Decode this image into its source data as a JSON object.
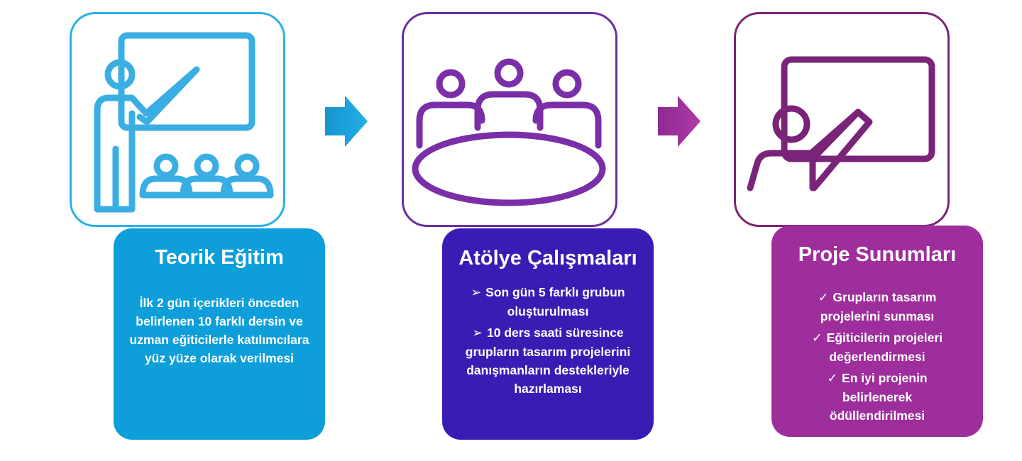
{
  "steps": [
    {
      "title": "Teorik Eğitim",
      "icon": "presenter-classroom-icon",
      "color": "#0e9ed9",
      "border_color": "#29b1e6",
      "body": "İlk 2 gün içerikleri önceden belirlenen 10 farklı dersin ve uzman eğiticilerle katılımcılara yüz yüze olarak verilmesi"
    },
    {
      "title": "Atölye Çalışmaları",
      "icon": "round-table-meeting-icon",
      "color": "#3a1cb4",
      "border_color": "#6a2ea0",
      "bullet_mark": "➢",
      "bullets": [
        "Son gün 5 farklı grubun oluşturulması",
        "10 ders saati süresince grupların tasarım projelerini danışmanların destekleriyle hazırlaması"
      ]
    },
    {
      "title": "Proje Sunumları",
      "icon": "presentation-board-icon",
      "color": "#9e2e9b",
      "border_color": "#7a2477",
      "bullet_mark": "✓",
      "bullets": [
        "Grupların tasarım projelerini sunması",
        "Eğiticilerin projeleri değerlendirmesi",
        "En iyi projenin belirlenerek ödüllendirilmesi"
      ]
    }
  ],
  "arrows": [
    {
      "icon": "arrow-right-icon",
      "color": "#1aa3d9"
    },
    {
      "icon": "arrow-right-icon",
      "color": "#9e2e9b"
    }
  ]
}
